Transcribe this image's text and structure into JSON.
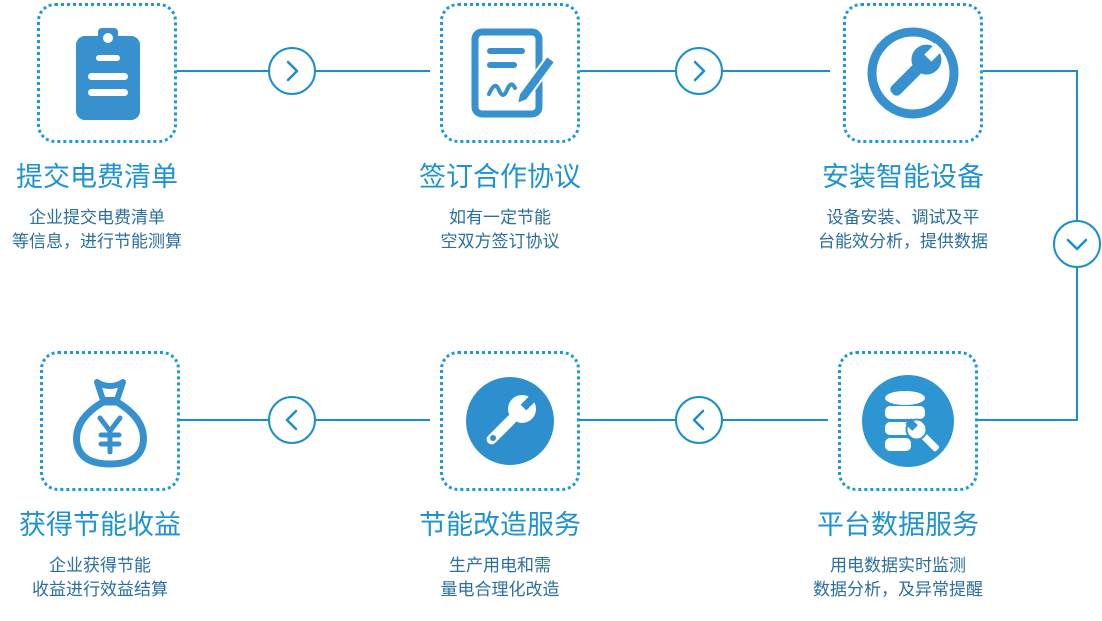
{
  "colors": {
    "accent": "#1a9ad6",
    "title": "#1f93d0",
    "text": "#2a6f9e",
    "icon_fill": "#3791cf"
  },
  "steps": [
    {
      "title": "提交电费清单",
      "desc": [
        "企业提交电费清单",
        "等信息，进行节能测算"
      ],
      "icon": "clipboard-icon"
    },
    {
      "title": "签订合作协议",
      "desc": [
        "如有一定节能",
        "空双方签订协议"
      ],
      "icon": "contract-sign-icon"
    },
    {
      "title": "安装智能设备",
      "desc": [
        "设备安装、调试及平",
        "台能效分析，提供数据"
      ],
      "icon": "wrench-circle-icon"
    },
    {
      "title": "平台数据服务",
      "desc": [
        "用电数据实时监测",
        "数据分析，及异常提醒"
      ],
      "icon": "database-wrench-icon"
    },
    {
      "title": "节能改造服务",
      "desc": [
        "生产用电和需",
        "量电合理化改造"
      ],
      "icon": "wrench-icon"
    },
    {
      "title": "获得节能收益",
      "desc": [
        "企业获得节能",
        "收益进行效益结算"
      ],
      "icon": "money-bag-icon"
    }
  ],
  "arrows": [
    "chevron-right-icon",
    "chevron-right-icon",
    "chevron-down-icon",
    "chevron-left-icon",
    "chevron-left-icon"
  ]
}
